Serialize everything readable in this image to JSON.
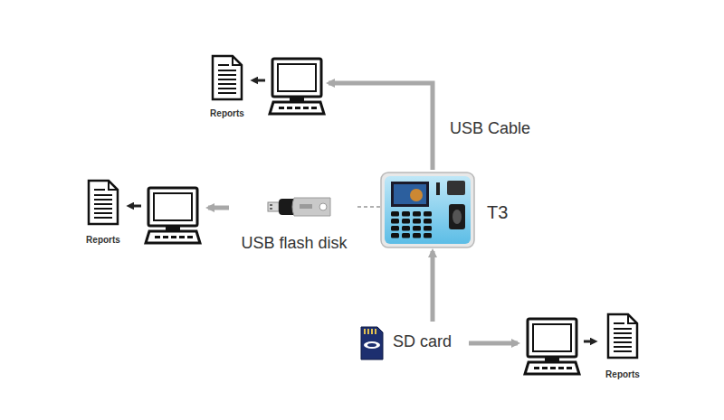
{
  "diagram": {
    "nodes": [
      {
        "text": [
          "Reports"
        ]
      },
      {
        "text": []
      },
      {
        "text": [
          "Reports"
        ]
      },
      {
        "text": []
      },
      {
        "text": [
          "USB flash disk"
        ]
      },
      {
        "text": [
          "T3"
        ]
      },
      {
        "text": [
          "SD card"
        ]
      },
      {
        "text": []
      },
      {
        "text": [
          "Reports"
        ]
      }
    ],
    "edges": [
      {
        "from": 5,
        "to": 1,
        "arrow": "to",
        "label": "USB Cable"
      },
      {
        "from": 1,
        "to": 0,
        "arrow": "to"
      },
      {
        "from": 5,
        "to": 4,
        "arrow": "none"
      },
      {
        "from": 4,
        "to": 3,
        "arrow": "to"
      },
      {
        "from": 3,
        "to": 2,
        "arrow": "to"
      },
      {
        "from": 6,
        "to": 5,
        "arrow": "to"
      },
      {
        "from": 6,
        "to": 7,
        "arrow": "to"
      },
      {
        "from": 7,
        "to": 8,
        "arrow": "to"
      }
    ]
  }
}
